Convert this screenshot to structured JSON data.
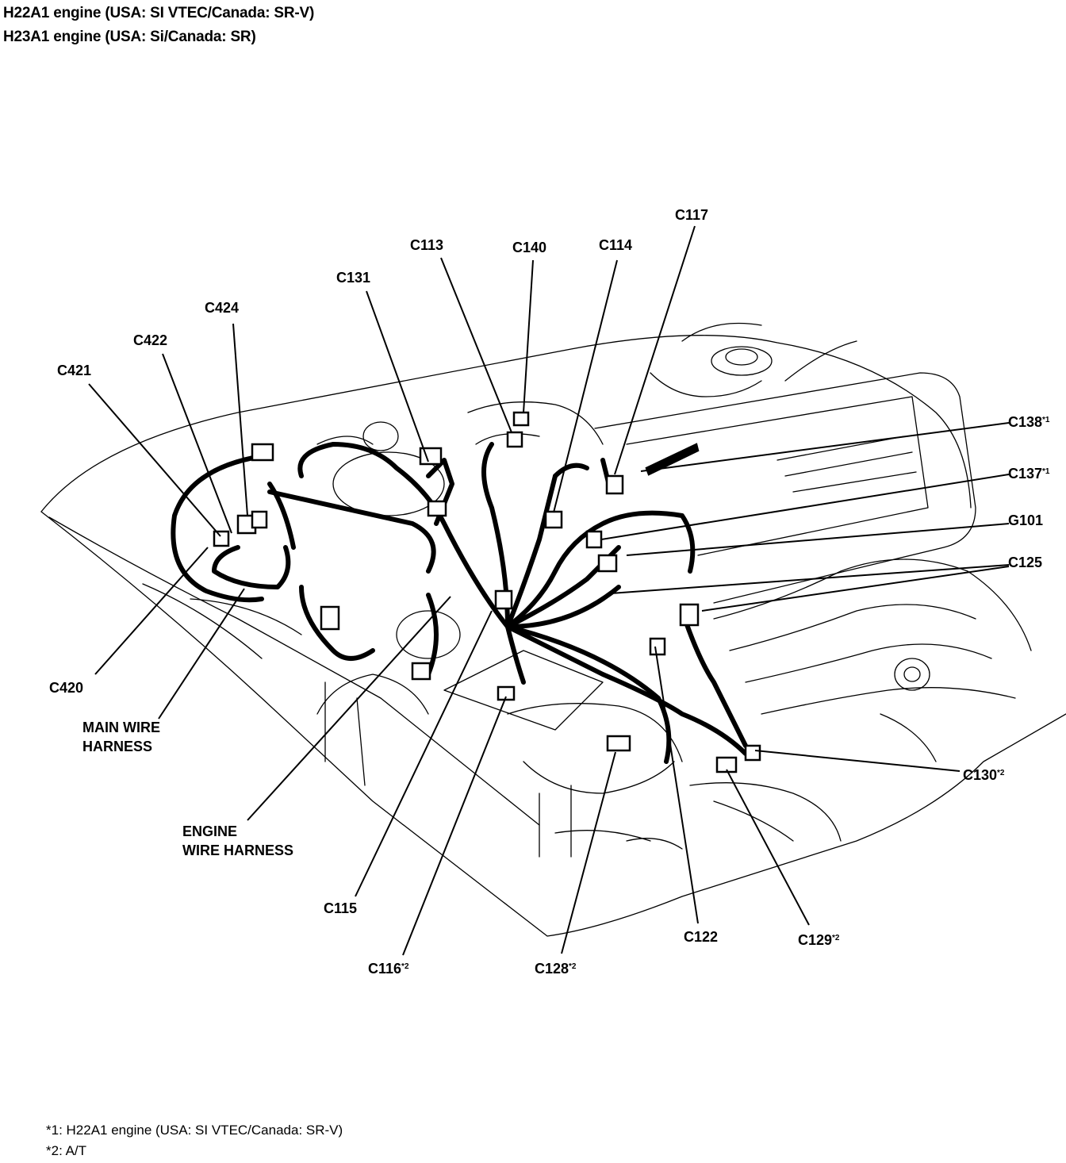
{
  "header": {
    "line1": "H22A1 engine (USA: SI VTEC/Canada: SR-V)",
    "line2": "H23A1 engine (USA: Si/Canada: SR)"
  },
  "labels": {
    "c117": "C117",
    "c113": "C113",
    "c140": "C140",
    "c114": "C114",
    "c131": "C131",
    "c424": "C424",
    "c422": "C422",
    "c421": "C421",
    "c138": "C138",
    "c138_mark": "*1",
    "c137": "C137",
    "c137_mark": "*1",
    "g101": "G101",
    "c125": "C125",
    "c420": "C420",
    "main_harness_1": "MAIN WIRE",
    "main_harness_2": "HARNESS",
    "engine_harness_1": "ENGINE",
    "engine_harness_2": "WIRE HARNESS",
    "c130": "C130",
    "c130_mark": "*2",
    "c115": "C115",
    "c122": "C122",
    "c129": "C129",
    "c129_mark": "*2",
    "c116": "C116",
    "c116_mark": "*2",
    "c128": "C128",
    "c128_mark": "*2"
  },
  "footnotes": {
    "note1": "*1: H22A1 engine (USA: SI VTEC/Canada: SR-V)",
    "note2": "*2: A/T"
  }
}
